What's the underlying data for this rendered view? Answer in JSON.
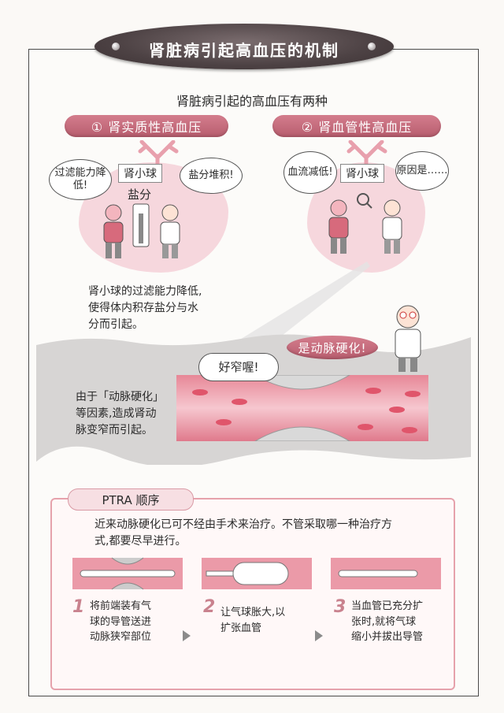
{
  "title": "肾脏病引起高血压的机制",
  "subtitle": "肾脏病引起的高血压有两种",
  "types": [
    {
      "label": "① 肾实质性高血压",
      "glomerulus": "肾小球",
      "salt": "盐分",
      "bubble_left": "过滤能力降低!",
      "bubble_right": "盐分堆积!",
      "description_lines": [
        "肾小球的过滤能力降低,",
        "使得体内积存盐分与水",
        "分而引起。"
      ]
    },
    {
      "label": "② 肾血管性高血压",
      "glomerulus": "肾小球",
      "bubble_left": "血流减低!",
      "bubble_right": "原因是……"
    }
  ],
  "artery": {
    "bubble_doctor": "是动脉硬化!",
    "bubble_narrow": "好窄喔!",
    "description_lines": [
      "由于「动脉硬化」",
      "等因素,造成肾动",
      "脉变窄而引起。"
    ]
  },
  "ptra": {
    "tab": "PTRA 顺序",
    "intro_lines": [
      "近来动脉硬化已可不经由手术来治疗。不管采取哪一种治疗方",
      "式,都要尽早进行。"
    ],
    "steps": [
      {
        "num": "1",
        "lines": [
          "将前端装有气",
          "球的导管送进",
          "动脉狭窄部位"
        ]
      },
      {
        "num": "2",
        "lines": [
          "让气球胀大,以",
          "扩张血管"
        ]
      },
      {
        "num": "3",
        "lines": [
          "当血管已充分扩",
          "张时,就将气球",
          "缩小并拔出导管"
        ]
      }
    ]
  },
  "colors": {
    "pink_tab": "#c46a7b",
    "cloud": "#f6d7dd",
    "vessel": "#e98e9c"
  }
}
